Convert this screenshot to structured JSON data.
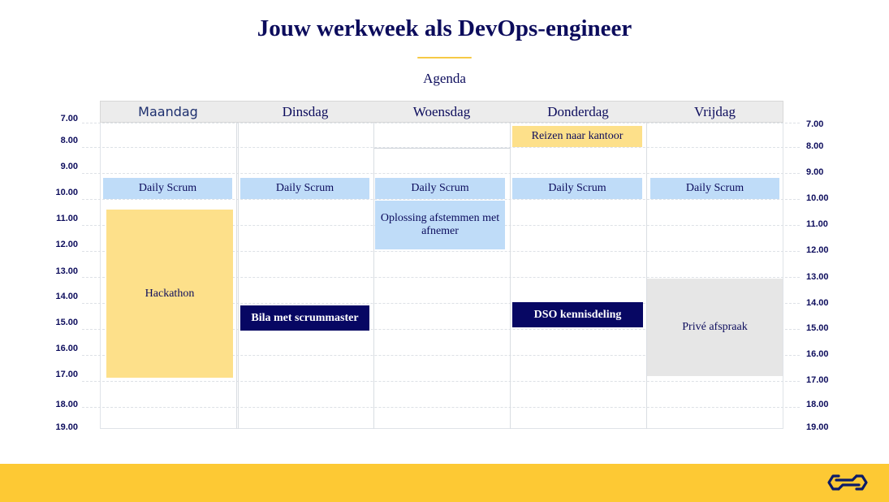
{
  "page": {
    "title": "Jouw werkweek als DevOps-engineer",
    "subtitle": "Agenda"
  },
  "calendar": {
    "days": [
      "Maandag",
      "Dinsdag",
      "Woensdag",
      "Donderdag",
      "Vrijdag"
    ],
    "times_left": [
      "7.00",
      "8.00",
      "9.00",
      "10.00",
      "11.00",
      "12.00",
      "13.00",
      "14.00",
      "15.00",
      "16.00",
      "17.00",
      "18.00",
      "19.00"
    ],
    "times_right": [
      "7.00",
      "8.00",
      "9.00",
      "10.00",
      "11.00",
      "12.00",
      "13.00",
      "14.00",
      "15.00",
      "16.00",
      "17.00",
      "18.00",
      "19.00"
    ],
    "events": {
      "daily_scrum_mon": "Daily Scrum",
      "daily_scrum_tue": "Daily Scrum",
      "daily_scrum_wed": "Daily Scrum",
      "daily_scrum_thu": "Daily Scrum",
      "daily_scrum_fri": "Daily Scrum",
      "hackathon": "Hackathon",
      "bila": "Bila met scrummaster",
      "oplossing": "Oplossing afstemmen met afnemer",
      "reizen": "Reizen naar kantoor",
      "dso": "DSO kennisdeling",
      "prive": "Privé afspraak"
    }
  },
  "colors": {
    "navy": "#070763",
    "light_blue": "#bfdcf8",
    "yellow": "#fde08a",
    "grey": "#e6e6e6",
    "footer_yellow": "#fdc934"
  },
  "footer": {
    "logo_icon": "ns-logo-icon"
  }
}
